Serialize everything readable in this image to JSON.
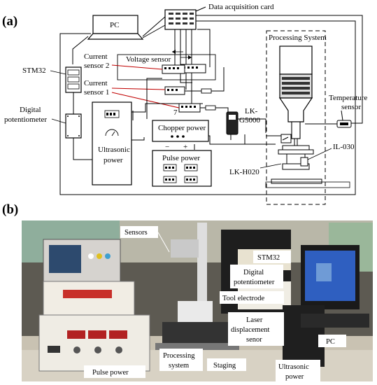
{
  "panel_a": {
    "label": "(a)",
    "pc": "PC",
    "daq": "Data acquisition card",
    "stm32": "STM32",
    "current2_line1": "Current",
    "current2_line2": "sensor 2",
    "current1_line1": "Current",
    "current1_line2": "sensor 1",
    "voltage": "Voltage sensor",
    "digipot_line1": "Digital",
    "digipot_line2": "potentiometer",
    "ultrasonic_line1": "Ultrasonic",
    "ultrasonic_line2": "power",
    "chopper": "Chopper power",
    "pulse": "Pulse power",
    "lk_g_line1": "LK-",
    "lk_g_line2": "G5000",
    "lk_h": "LK-H020",
    "il": "IL-030",
    "temp_line1": "Temperature",
    "temp_line2": "sensor",
    "processing_system": "Processing System",
    "seven": "7",
    "minus": "−",
    "plus": "+"
  },
  "panel_b": {
    "label": "(b)",
    "callouts": {
      "sensors": "Sensors",
      "stm32": "STM32",
      "digipot_line1": "Digital",
      "digipot_line2": "potentiometer",
      "tool": "Tool electrode",
      "laser_line1": "Laser",
      "laser_line2": "displacement",
      "laser_line3": "senor",
      "pc": "PC",
      "pulse": "Pulse power",
      "processing_line1": "Processing",
      "processing_line2": "system",
      "staging": "Staging",
      "ultrasonic_line1": "Ultrasonic",
      "ultrasonic_line2": "power"
    }
  }
}
